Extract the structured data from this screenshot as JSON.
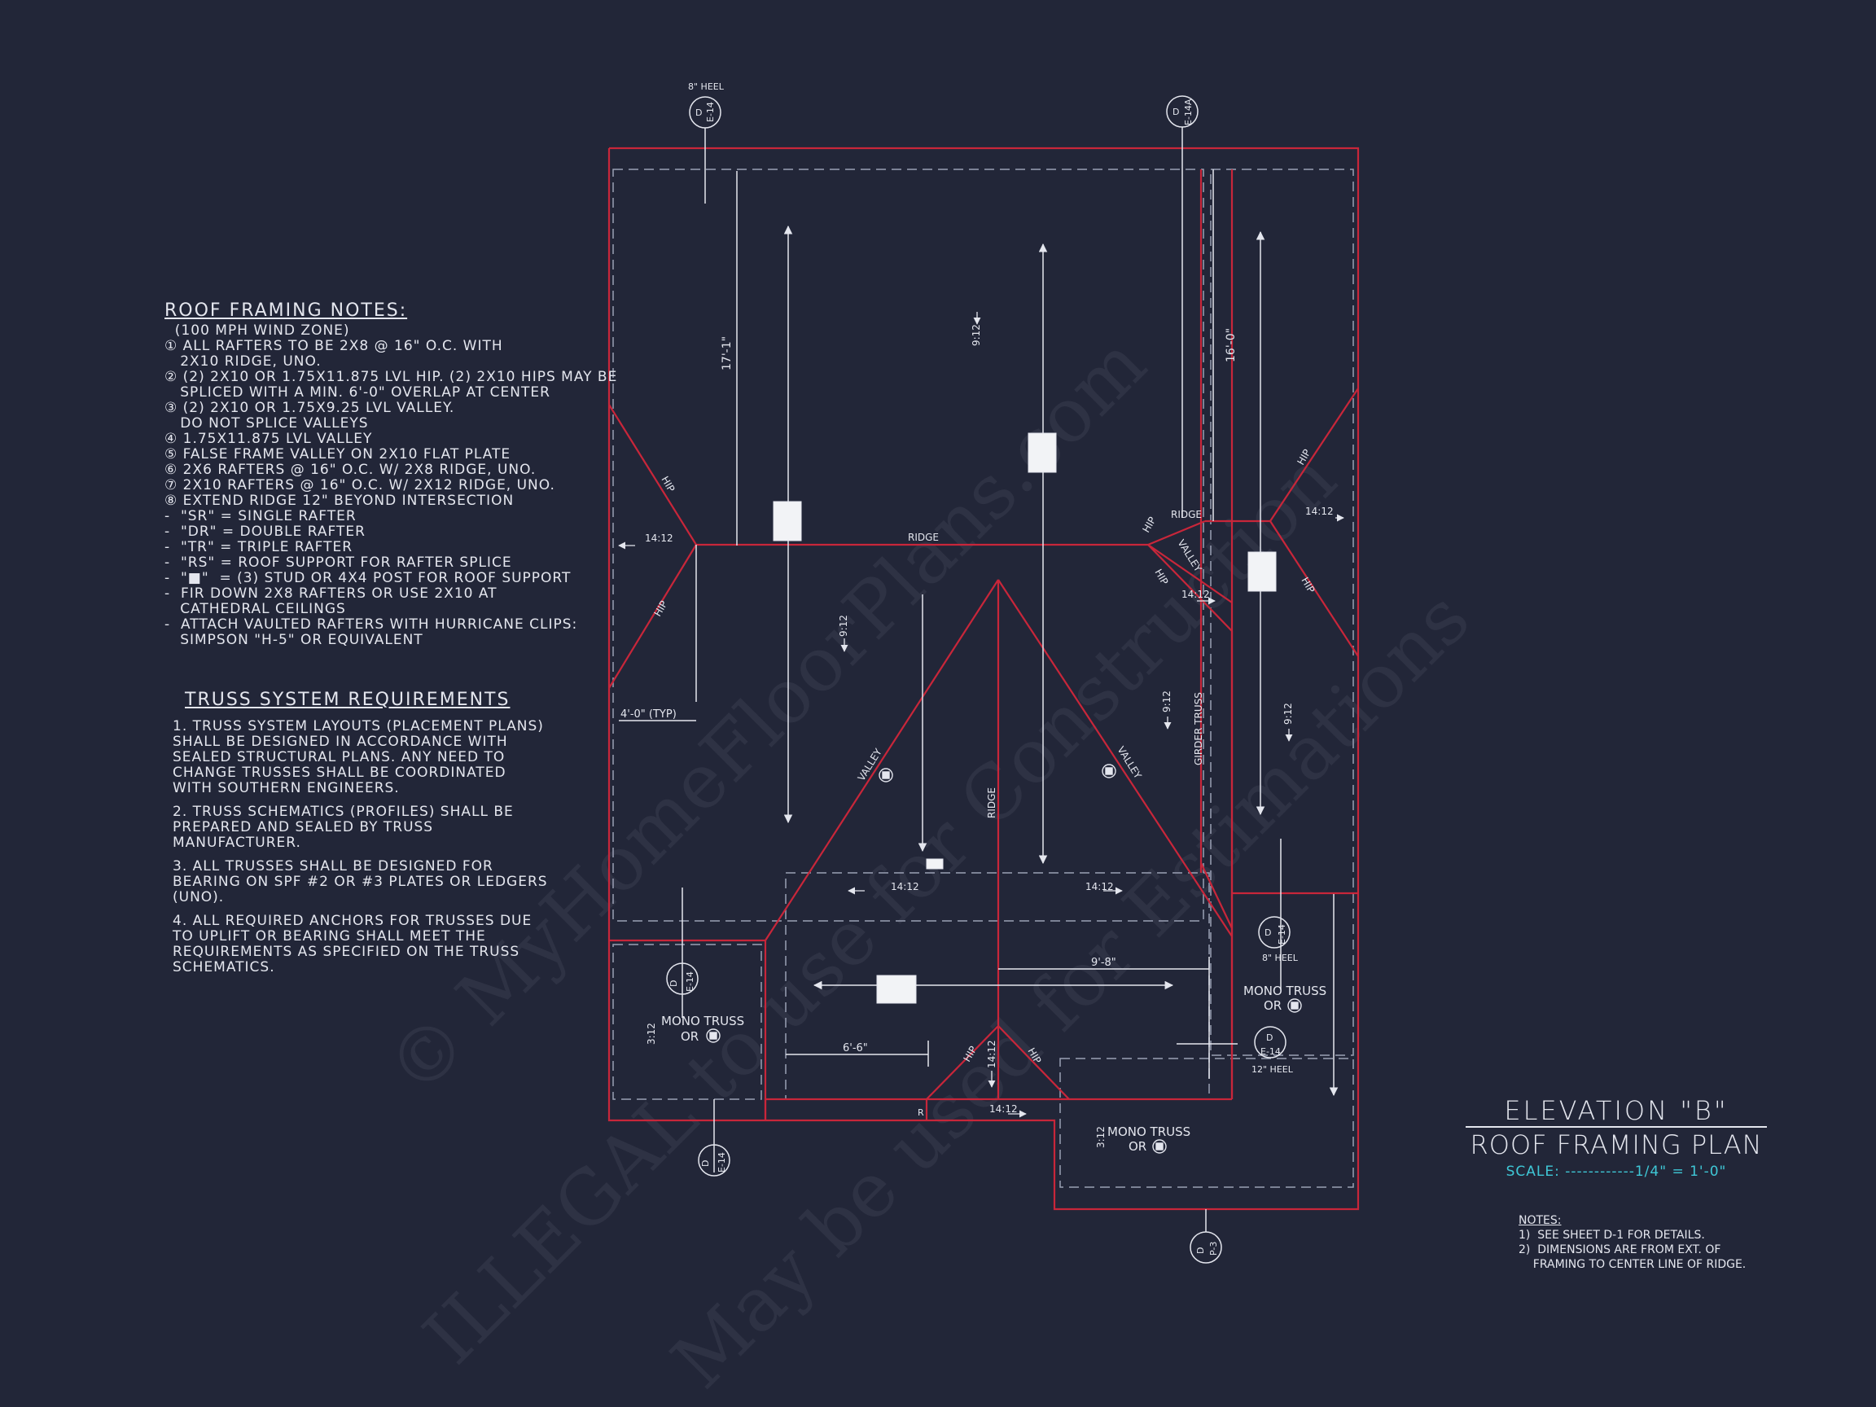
{
  "colors": {
    "background": "#222638",
    "wall": "#c8263a",
    "line": "#e4e6ee",
    "scale": "#3fc7d6"
  },
  "roof_notes": {
    "heading": "ROOF FRAMING NOTES:",
    "lines": [
      "  (100 MPH WIND ZONE)",
      "① ALL RAFTERS TO BE 2x8 @ 16\" O.C. WITH",
      "   2x10 RIDGE, UNO.",
      "② (2) 2x10 OR 1.75x11.875 LVL HIP. (2) 2x10 HIPS MAY BE",
      "   SPLICED WITH A MIN. 6'-0\" OVERLAP AT CENTER",
      "③ (2) 2x10 OR 1.75x9.25 LVL VALLEY.",
      "   DO NOT SPLICE VALLEYS",
      "④ 1.75x11.875 LVL VALLEY",
      "⑤ FALSE FRAME VALLEY ON 2x10 FLAT PLATE",
      "⑥ 2x6 RAFTERS @ 16\" O.C. W/ 2x8 RIDGE, UNO.",
      "⑦ 2x10 RAFTERS @ 16\" O.C. W/ 2x12 RIDGE, UNO.",
      "⑧ EXTEND RIDGE 12\" BEYOND INTERSECTION",
      "-  \"SR\" = SINGLE RAFTER",
      "-  \"DR\" = DOUBLE RAFTER",
      "-  \"TR\" = TRIPLE RAFTER",
      "-  \"RS\" = ROOF SUPPORT FOR RAFTER SPLICE",
      "-  \"■\"  = (3) STUD OR 4x4 POST FOR ROOF SUPPORT",
      "-  FIR DOWN 2x8 RAFTERS OR USE 2x10 AT",
      "   CATHEDRAL CEILINGS",
      "-  ATTACH VAULTED RAFTERS WITH HURRICANE CLIPS:",
      "   SIMPSON \"H-5\" OR EQUIVALENT"
    ]
  },
  "truss_notes": {
    "heading": "TRUSS SYSTEM REQUIREMENTS",
    "paragraphs": [
      "1. TRUSS SYSTEM LAYOUTS (PLACEMENT PLANS)\nSHALL BE DESIGNED IN ACCORDANCE WITH\nSEALED STRUCTURAL PLANS. ANY NEED TO\nCHANGE TRUSSES SHALL BE COORDINATED\nWITH SOUTHERN ENGINEERS.",
      "2. TRUSS SCHEMATICS (PROFILES) SHALL BE\nPREPARED AND SEALED BY TRUSS\nMANUFACTURER.",
      "3. ALL TRUSSES SHALL BE DESIGNED FOR\nBEARING ON SPF #2 OR #3 PLATES OR LEDGERS\n(UNO).",
      "4. ALL REQUIRED ANCHORS FOR TRUSSES DUE\nTO UPLIFT OR BEARING SHALL MEET THE\nREQUIREMENTS AS SPECIFIED ON THE TRUSS\nSCHEMATICS."
    ]
  },
  "title": {
    "line1": "ELEVATION \"B\"",
    "line2": "ROOF FRAMING PLAN",
    "scale": "SCALE: ------------1/4\" = 1'-0\""
  },
  "sheet_notes": {
    "heading": "NOTES:",
    "lines": [
      "1)  SEE SHEET D-1 FOR DETAILS.",
      "2)  DIMENSIONS ARE FROM EXT. OF",
      "    FRAMING TO CENTER LINE OF RIDGE."
    ]
  },
  "plan_labels": {
    "ridge": "RIDGE",
    "hip": "HIP",
    "valley": "VALLEY",
    "girder_truss": "GIRDER TRUSS",
    "mono_truss": "MONO TRUSS",
    "or": "OR",
    "heel_8": "8\" HEEL",
    "heel_12": "12\" HEEL",
    "pitch_9": "9:12",
    "pitch_14": "14:12",
    "pitch_3": "3:12",
    "dim_17_1": "17'-1\"",
    "dim_16_0": "16'-0\"",
    "dim_4_0": "4'-0\" (TYP)",
    "dim_9_8": "9'-8\"",
    "dim_6_6": "6'-6\"",
    "r_mark": "R",
    "section_d": "D",
    "sheet_e14": "E-14",
    "sheet_e14a": "E-14A",
    "sheet_p3": "P-3"
  },
  "watermark": [
    "© MyHomeFloorPlans.com",
    "ILLEGAL to use for Construction",
    "May be used for Estimations"
  ]
}
